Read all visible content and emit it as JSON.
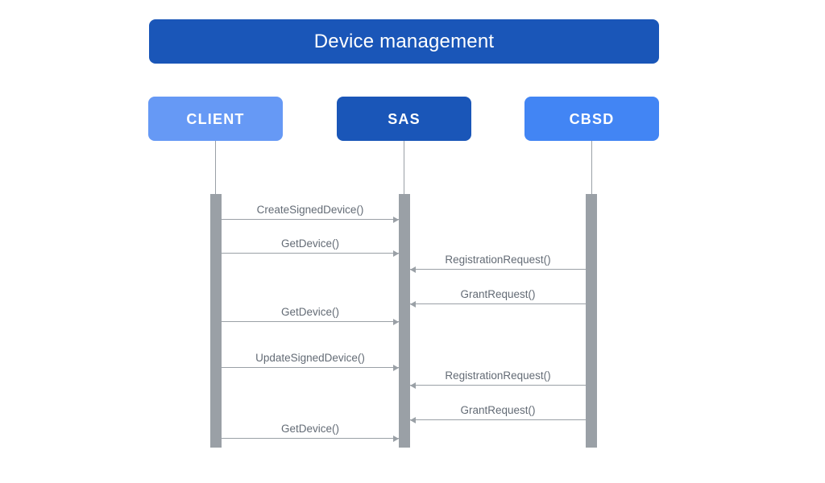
{
  "diagram": {
    "title": "Device management",
    "type": "sequence-diagram",
    "participants": [
      {
        "id": "client",
        "label": "CLIENT",
        "color": "#6699f5"
      },
      {
        "id": "sas",
        "label": "SAS",
        "color": "#1a56b8"
      },
      {
        "id": "cbsd",
        "label": "CBSD",
        "color": "#4285f4"
      }
    ],
    "messages": [
      {
        "label": "CreateSignedDevice()",
        "from": "client",
        "to": "sas",
        "direction": "to-right"
      },
      {
        "label": "GetDevice()",
        "from": "client",
        "to": "sas",
        "direction": "to-right"
      },
      {
        "label": "RegistrationRequest()",
        "from": "cbsd",
        "to": "sas",
        "direction": "to-left"
      },
      {
        "label": "GrantRequest()",
        "from": "cbsd",
        "to": "sas",
        "direction": "to-left"
      },
      {
        "label": "GetDevice()",
        "from": "client",
        "to": "sas",
        "direction": "to-right"
      },
      {
        "label": "UpdateSignedDevice()",
        "from": "client",
        "to": "sas",
        "direction": "to-right"
      },
      {
        "label": "RegistrationRequest()",
        "from": "cbsd",
        "to": "sas",
        "direction": "to-left"
      },
      {
        "label": "GrantRequest()",
        "from": "cbsd",
        "to": "sas",
        "direction": "to-left"
      },
      {
        "label": "GetDevice()",
        "from": "client",
        "to": "sas",
        "direction": "to-right"
      }
    ],
    "colors": {
      "title_background": "#1a56b8",
      "lifeline": "#9aa0a6",
      "activation_bar": "#9aa0a6",
      "message_text": "#636b75",
      "page_background": "#ffffff"
    }
  }
}
